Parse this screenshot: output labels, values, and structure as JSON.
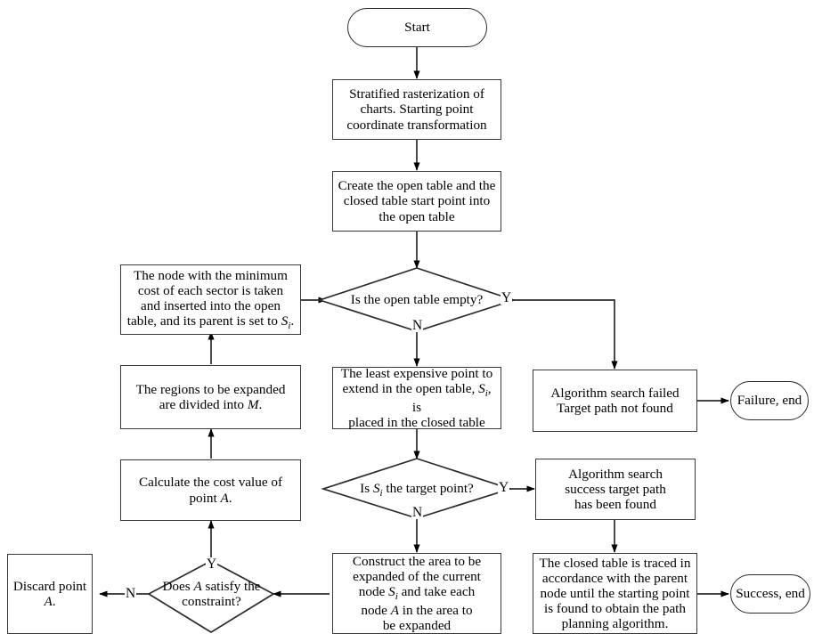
{
  "diagram": {
    "title": "Path planning algorithm flowchart",
    "stroke_color": "#3a3a3a",
    "background": "#ffffff"
  },
  "nodes": {
    "start": {
      "label": "Start",
      "shape": "terminal"
    },
    "stratify": {
      "label": "Stratified rasterization of charts. Starting point coordinate transformation",
      "shape": "process"
    },
    "create_tables": {
      "label": "Create the open table and the closed table start point into the open table",
      "shape": "process"
    },
    "open_empty": {
      "label": "Is the open table empty?",
      "shape": "decision"
    },
    "min_cost_node": {
      "line1": "The node with the minimum",
      "line2": "cost of each sector is taken",
      "line3": "and inserted into the open",
      "line4_pre": "table, and its parent is set to ",
      "line4_sym": "S",
      "line4_subscript": "i",
      "line4_post": ".",
      "shape": "process"
    },
    "least_expensive": {
      "line1": "The least expensive point to",
      "line2_pre": "extend in the open table, ",
      "line2_sym": "S",
      "line2_subscript": "i",
      "line2_post": ", is",
      "line3": "placed in the closed table",
      "shape": "process"
    },
    "search_failed": {
      "line1": "Algorithm search failed",
      "line2": "Target path not found",
      "shape": "process"
    },
    "failure_end": {
      "label": "Failure, end",
      "shape": "terminal"
    },
    "regions_divided": {
      "line1": "The regions to be expanded",
      "line2_pre": "are divided into ",
      "line2_sym": "M",
      "line2_post": ".",
      "shape": "process"
    },
    "is_target": {
      "pre": "Is ",
      "sym": "S",
      "subscript": "i",
      "post": " the target point?",
      "shape": "decision"
    },
    "search_success": {
      "line1": "Algorithm search",
      "line2": "success target path",
      "line3": "has been found",
      "shape": "process"
    },
    "calc_cost": {
      "line1": "Calculate the cost value of",
      "line2_pre": "point ",
      "line2_sym": "A",
      "line2_post": ".",
      "shape": "process"
    },
    "satisfy_constraint": {
      "line1_pre": "Does ",
      "line1_sym": "A",
      "line1_post": " satisfy the",
      "line2": "constraint?",
      "shape": "decision"
    },
    "discard_point": {
      "line1": "Discard point",
      "line2_sym": "A",
      "line2_post": ".",
      "shape": "process"
    },
    "construct_area": {
      "line1": "Construct the area to be",
      "line2": "expanded of the current",
      "line3_pre": "node ",
      "line3_sym": "S",
      "line3_subscript": "i",
      "line3_post": " and take each",
      "line4_pre": "node ",
      "line4_sym": "A",
      "line4_post": " in the area to",
      "line5": "be expanded",
      "shape": "process"
    },
    "trace_closed": {
      "line1": "The closed table is traced in",
      "line2": "accordance with the parent",
      "line3": "node until the starting point",
      "line4": "is found to obtain the path",
      "line5": "planning algorithm.",
      "shape": "process"
    },
    "success_end": {
      "label": "Success, end",
      "shape": "terminal"
    }
  },
  "branch_labels": {
    "open_empty_yes": "Y",
    "open_empty_no": "N",
    "is_target_yes": "Y",
    "is_target_no": "N",
    "constraint_yes": "Y",
    "constraint_no": "N"
  }
}
